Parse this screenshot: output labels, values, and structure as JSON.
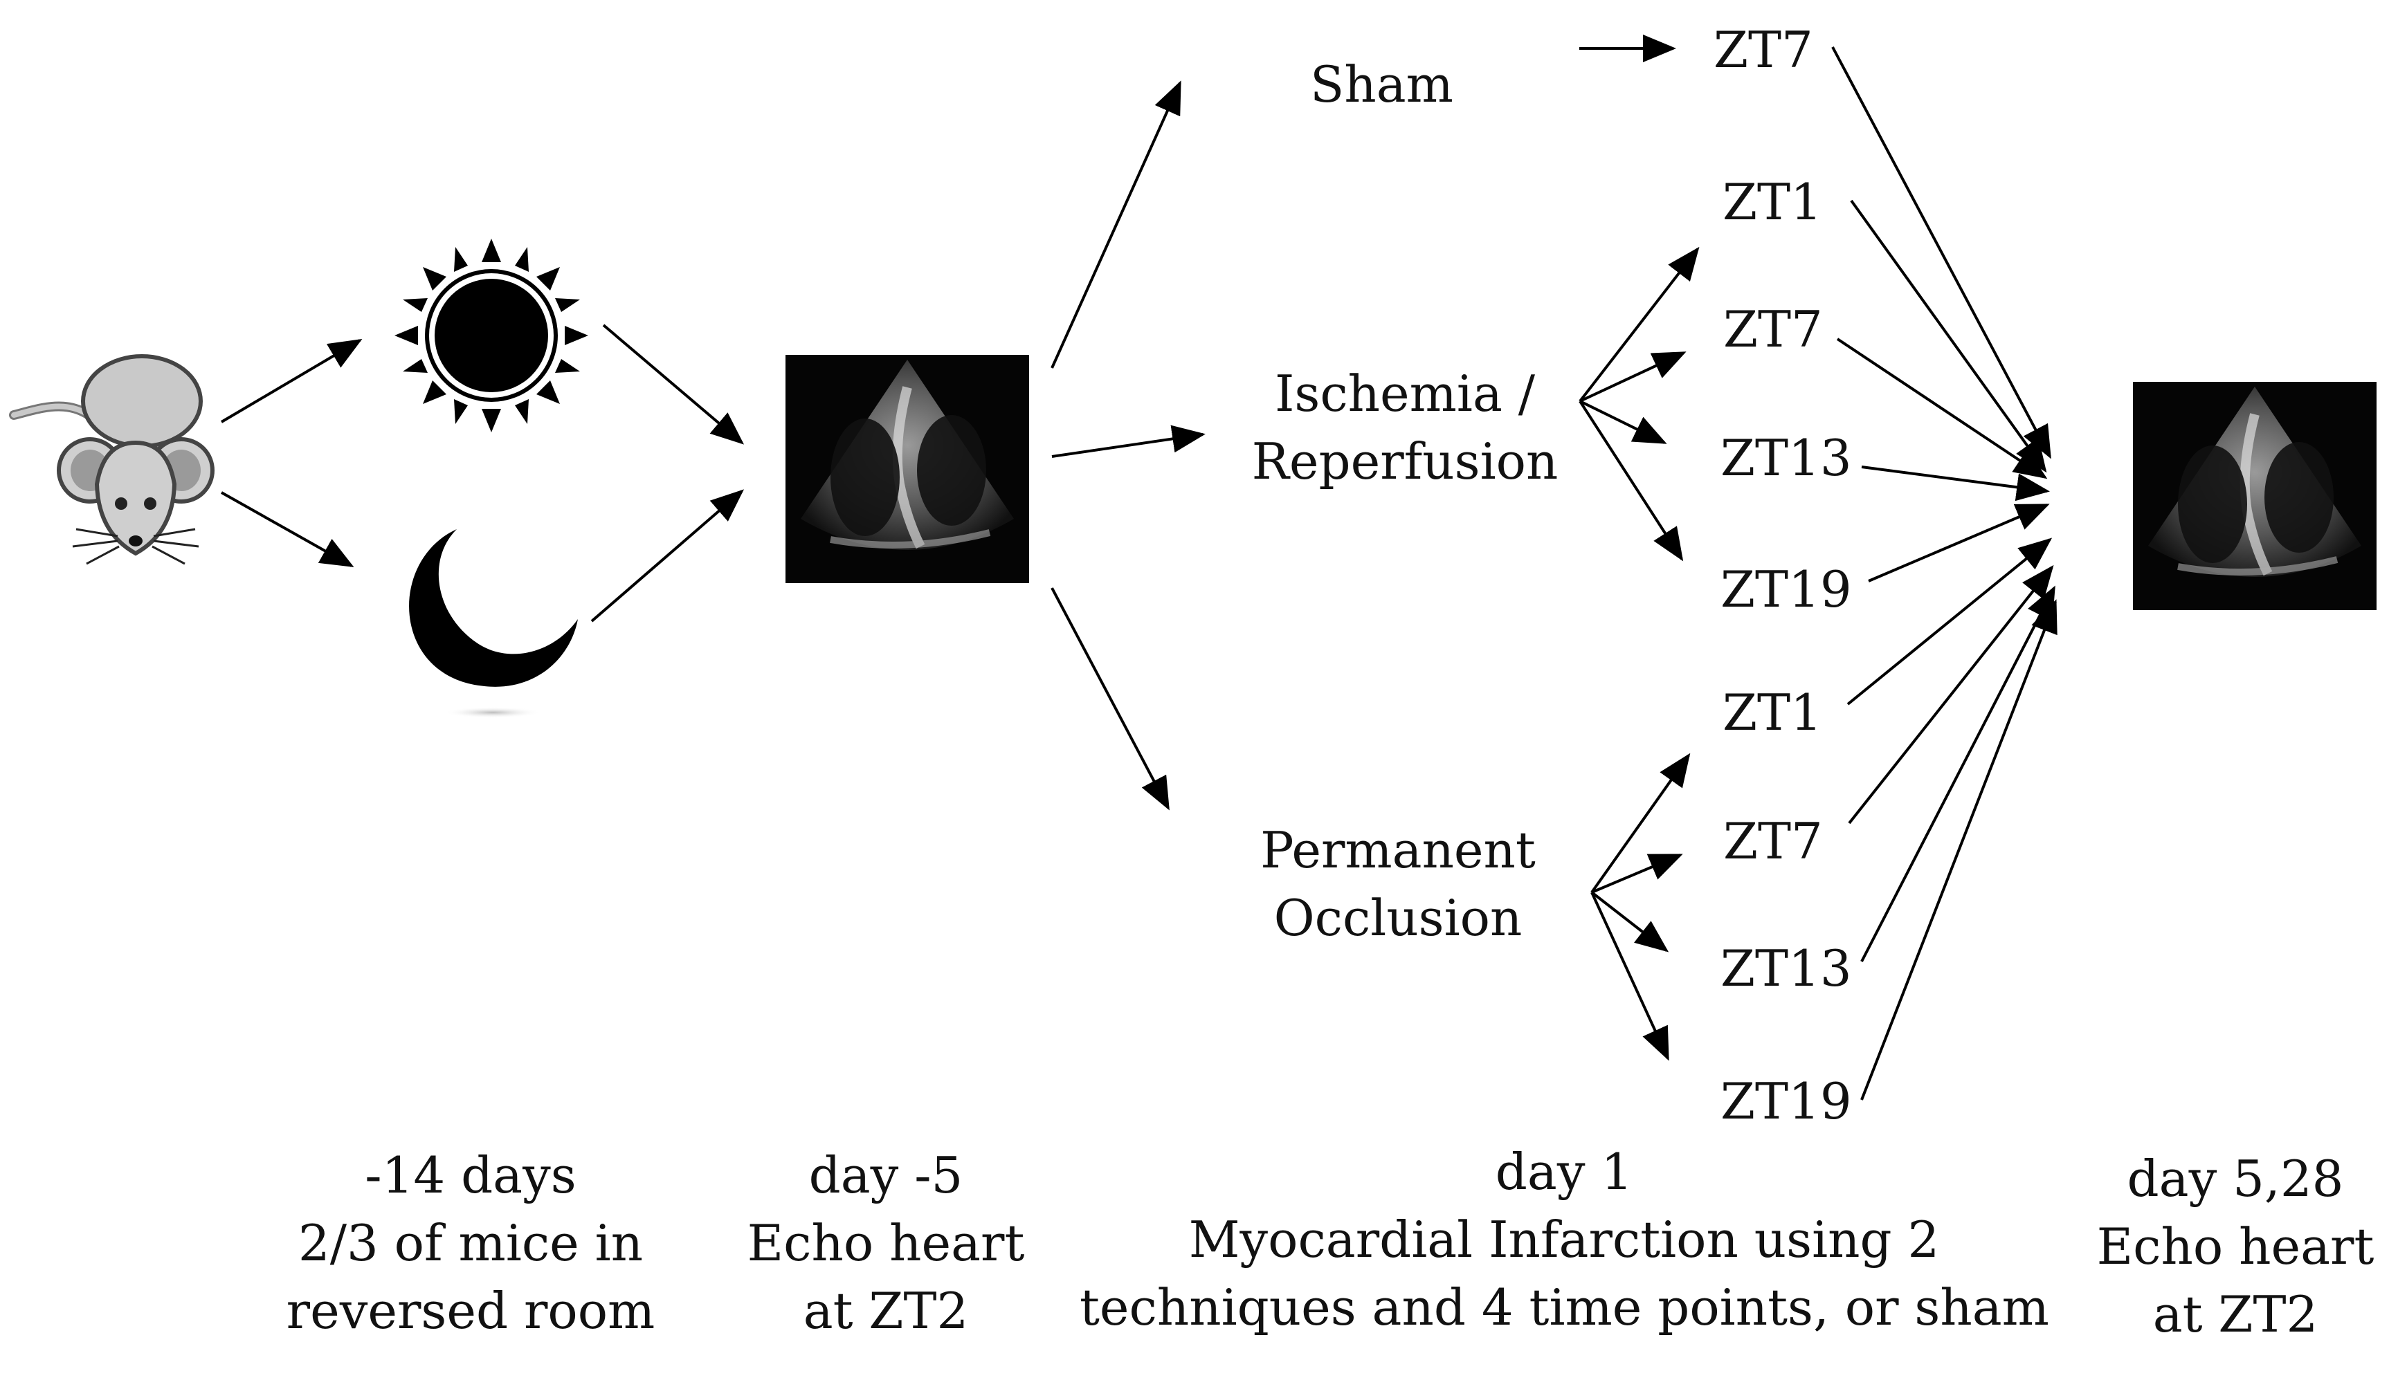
{
  "branches": {
    "sham": "Sham",
    "ischemia_line1": "Ischemia /",
    "ischemia_line2": "Reperfusion",
    "permanent_line1": "Permanent",
    "permanent_line2": "Occlusion"
  },
  "timepoints": {
    "sham": [
      "ZT7"
    ],
    "ischemia": [
      "ZT1",
      "ZT7",
      "ZT13",
      "ZT19"
    ],
    "permanent": [
      "ZT1",
      "ZT7",
      "ZT13",
      "ZT19"
    ]
  },
  "captions": {
    "reverse": [
      "-14 days",
      "2/3 of mice in",
      "reversed room"
    ],
    "echo_pre": [
      "day -5",
      "Echo heart",
      "at ZT2"
    ],
    "mi": [
      "day 1",
      "Myocardial Infarction using 2",
      "techniques and 4 time points, or sham"
    ],
    "echo_post": [
      "day 5,28",
      "Echo heart",
      "at ZT2"
    ]
  },
  "icons": {
    "mouse": "mouse-icon",
    "sun": "sun-icon",
    "moon": "moon-icon",
    "echo_pre": "echocardiogram-image",
    "echo_post": "echocardiogram-image"
  }
}
